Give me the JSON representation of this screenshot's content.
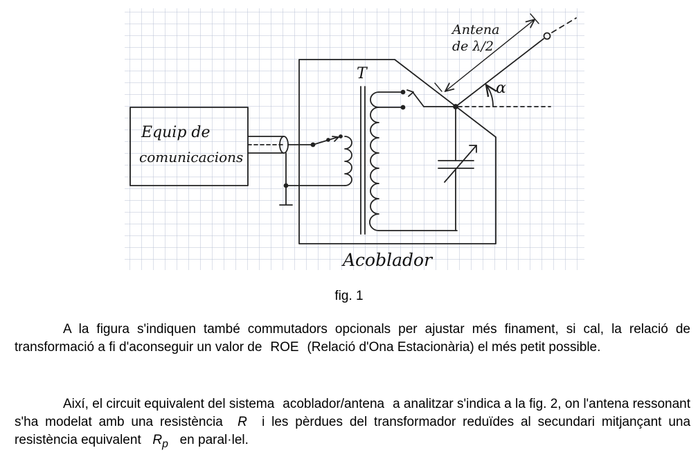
{
  "figure": {
    "labels": {
      "equip_line1": "Equip de",
      "equip_line2": "comunicacions",
      "antenna_line1": "Antena",
      "antenna_line2": "de λ/2",
      "transformer": "T",
      "angle": "α",
      "coupler": "Acoblador"
    },
    "caption": "fig. 1"
  },
  "text": {
    "p1_a": "A la figura s'indiquen també commutadors opcionals per ajustar més finament, si cal, la relació de transformació a fi d'aconseguir un valor de",
    "p1_roe": "ROE",
    "p1_b": "(Relació d'Ona Estacionària) el més petit possible.",
    "p2_a": "Així, el circuit equivalent del sistema",
    "p2_term": "acoblador/antena",
    "p2_b": "a analitzar s'indica a la fig. 2, on l'antena ressonant s'ha modelat amb una resistència",
    "p2_R": "R",
    "p2_c": "i les pèrdues del transformador reduïdes al secundari mitjançant una resistència equivalent",
    "p2_Rp_main": "R",
    "p2_Rp_sub": "p",
    "p2_d": "en paral·lel."
  },
  "colors": {
    "grid": "#b9c2d6",
    "ink": "#222222"
  }
}
